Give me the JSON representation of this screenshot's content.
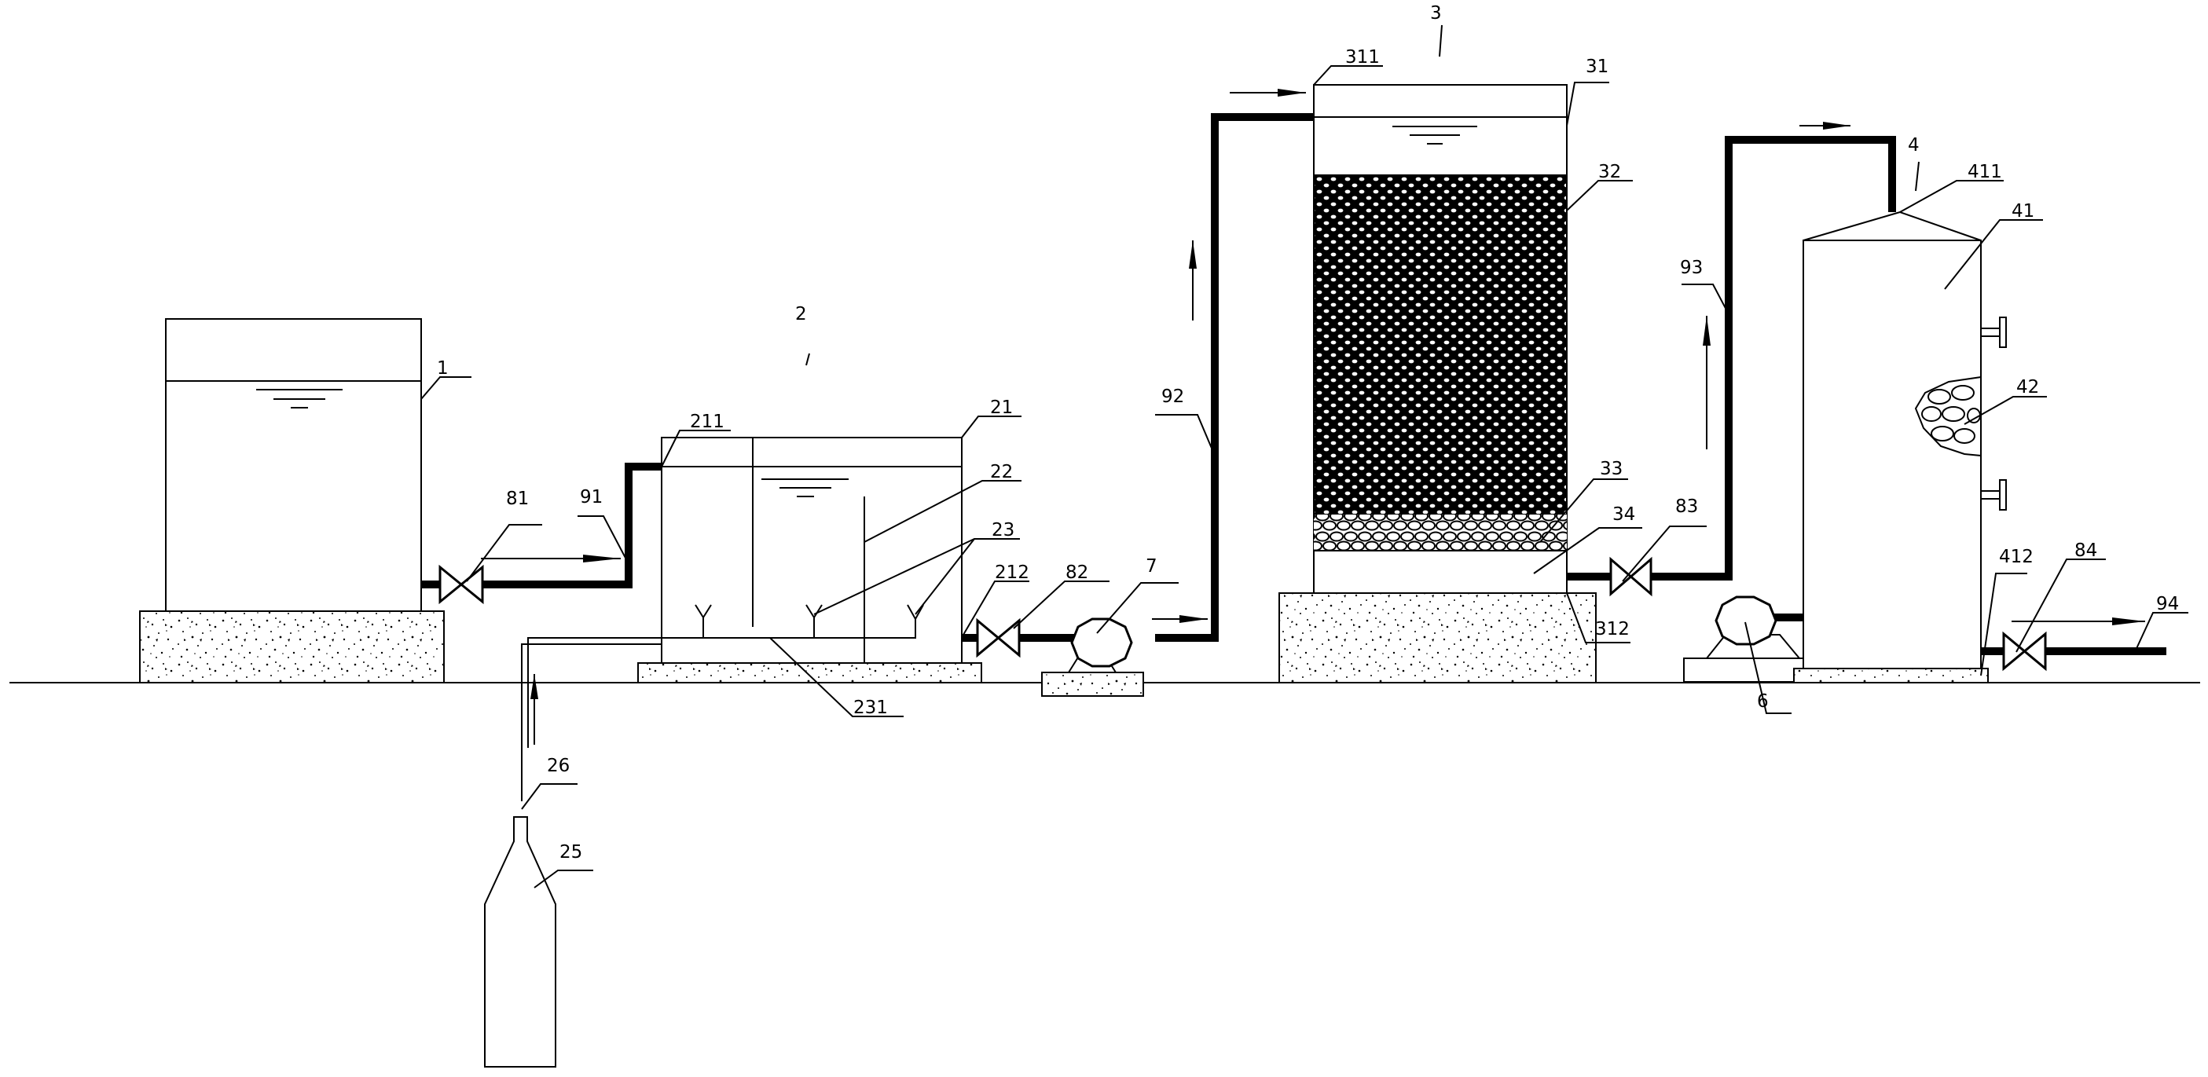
{
  "labels": {
    "tank_1": "1",
    "apparatus_2": "2",
    "apparatus_3": "3",
    "apparatus_4": "4",
    "vessel_21": "21",
    "baffle_22": "22",
    "diffuser_23": "23",
    "bottle_25": "25",
    "gas_line_26": "26",
    "inlet_211": "211",
    "outlet_212": "212",
    "gas_pipe_231": "231",
    "column_31": "31",
    "packing_32": "32",
    "gravel_33": "33",
    "chamber_34": "34",
    "inlet_311": "311",
    "outlet_312": "312",
    "tower_41": "41",
    "media_42": "42",
    "top_inlet_411": "411",
    "outlet_412": "412",
    "pump_6": "6",
    "pump_7": "7",
    "valve_81": "81",
    "valve_82": "82",
    "valve_83": "83",
    "valve_84": "84",
    "pipe_91": "91",
    "pipe_92": "92",
    "pipe_93": "93",
    "pipe_94": "94"
  }
}
